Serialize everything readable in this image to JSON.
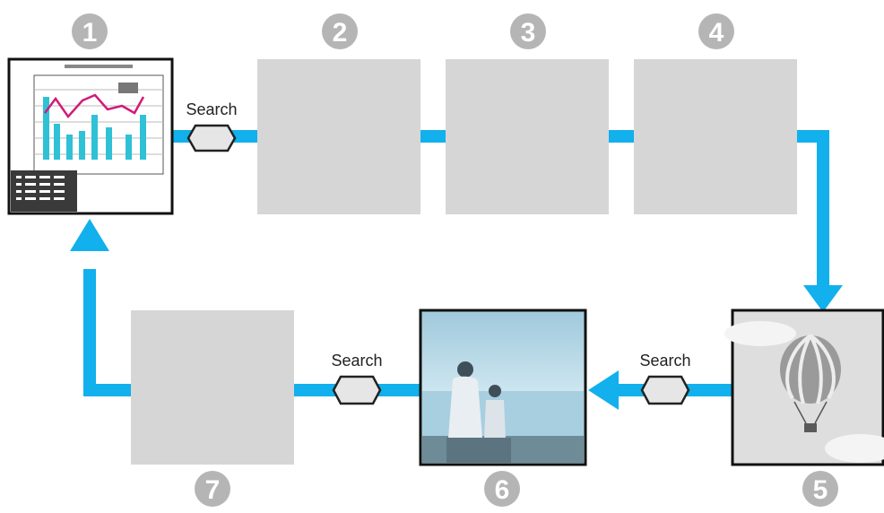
{
  "diagram": {
    "description_labels": {
      "search_1": "Search",
      "search_2": "Search",
      "search_3": "Search"
    },
    "markers": [
      "1",
      "2",
      "3",
      "4",
      "5",
      "6",
      "7"
    ],
    "colors": {
      "arrow": "#12b0ec",
      "placeholder_box": "#d6d6d6",
      "marker": "#b5b5b5",
      "frame": "#111111"
    }
  }
}
